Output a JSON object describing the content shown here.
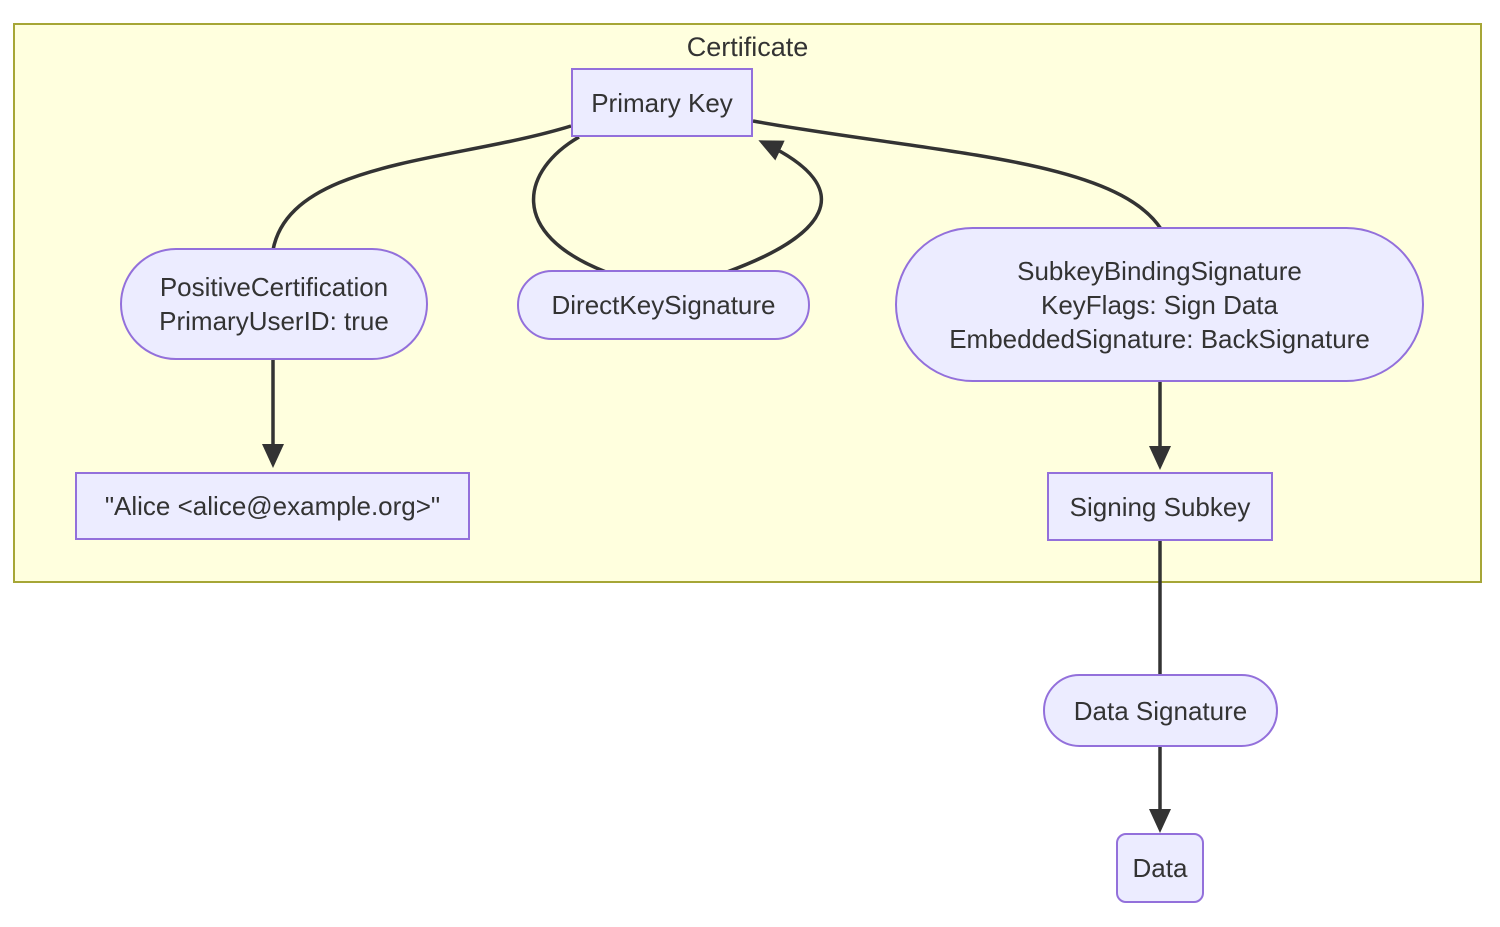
{
  "diagram": {
    "cluster": {
      "label": "Certificate"
    },
    "nodes": {
      "primary_key": "Primary Key",
      "positive_certification": "PositiveCertification\nPrimaryUserID: true",
      "direct_key_signature": "DirectKeySignature",
      "subkey_binding_signature": "SubkeyBindingSignature\nKeyFlags: Sign Data\nEmbeddedSignature: BackSignature",
      "user_id": "\"Alice <alice@example.org>\"",
      "signing_subkey": "Signing Subkey",
      "data_signature": "Data Signature",
      "data": "Data"
    },
    "edges": [
      {
        "from": "primary_key",
        "to": "positive_certification",
        "arrow": false
      },
      {
        "from": "positive_certification",
        "to": "user_id",
        "arrow": true
      },
      {
        "from": "primary_key",
        "to": "direct_key_signature",
        "arrow": false
      },
      {
        "from": "direct_key_signature",
        "to": "primary_key",
        "arrow": true
      },
      {
        "from": "primary_key",
        "to": "subkey_binding_signature",
        "arrow": false
      },
      {
        "from": "subkey_binding_signature",
        "to": "signing_subkey",
        "arrow": true
      },
      {
        "from": "signing_subkey",
        "to": "data_signature",
        "arrow": false
      },
      {
        "from": "data_signature",
        "to": "data",
        "arrow": true
      }
    ],
    "colors": {
      "node_fill": "#ECECFF",
      "node_border": "#9370DB",
      "cluster_fill": "#FFFFDE",
      "cluster_border": "#A6A636",
      "edge": "#333333",
      "text": "#333333"
    }
  }
}
